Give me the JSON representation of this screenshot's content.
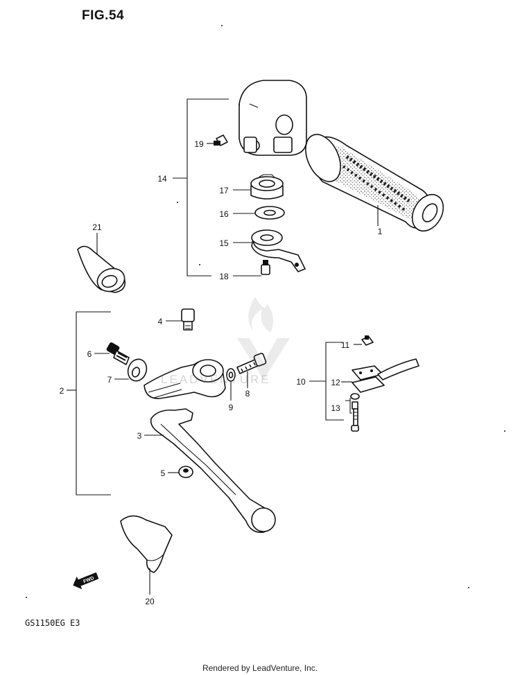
{
  "header": {
    "title": "FIG.54"
  },
  "footer": {
    "model_code": "GS1150EG E3",
    "credit": "Rendered by LeadVenture, Inc."
  },
  "watermark": {
    "text": "LEADVENTURE"
  },
  "callouts": [
    {
      "id": "1",
      "label": "1"
    },
    {
      "id": "2",
      "label": "2"
    },
    {
      "id": "3",
      "label": "3"
    },
    {
      "id": "4",
      "label": "4"
    },
    {
      "id": "5",
      "label": "5"
    },
    {
      "id": "6",
      "label": "6"
    },
    {
      "id": "7",
      "label": "7"
    },
    {
      "id": "8",
      "label": "8"
    },
    {
      "id": "9",
      "label": "9"
    },
    {
      "id": "10",
      "label": "10"
    },
    {
      "id": "11",
      "label": "11"
    },
    {
      "id": "12",
      "label": "12"
    },
    {
      "id": "13",
      "label": "13"
    },
    {
      "id": "14",
      "label": "14"
    },
    {
      "id": "15",
      "label": "15"
    },
    {
      "id": "16",
      "label": "16"
    },
    {
      "id": "17",
      "label": "17"
    },
    {
      "id": "18",
      "label": "18"
    },
    {
      "id": "19",
      "label": "19"
    },
    {
      "id": "20",
      "label": "20"
    },
    {
      "id": "21",
      "label": "21"
    }
  ],
  "direction_tag": {
    "text": "FWD"
  }
}
